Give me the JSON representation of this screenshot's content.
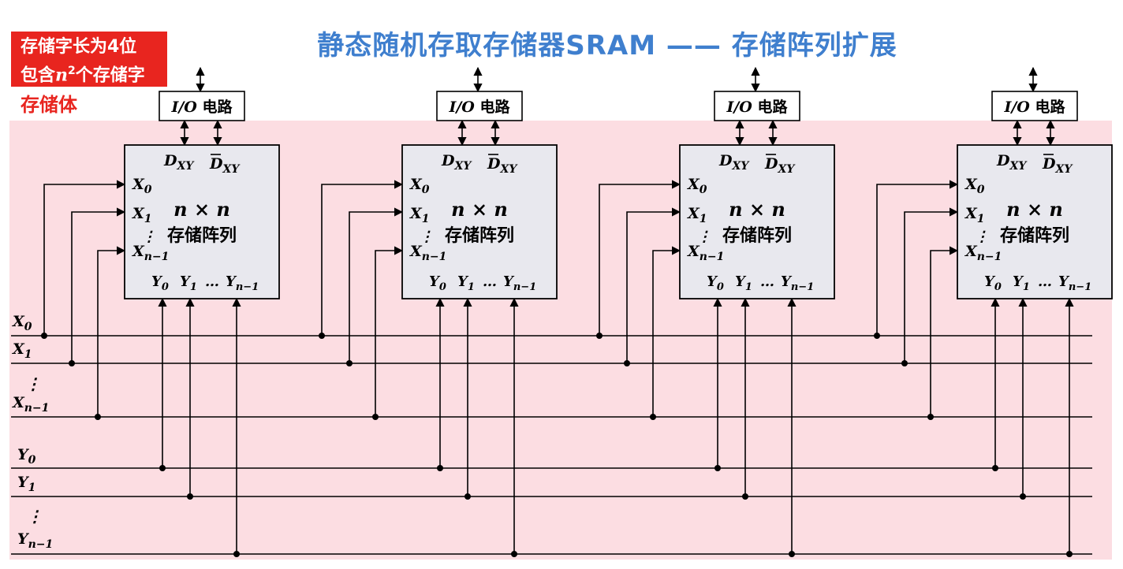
{
  "title": "静态随机存取存储器SRAM —— 存储阵列扩展",
  "badge": {
    "line1": "存储字长为4位",
    "line2_prefix": "包含",
    "line2_var": "n",
    "line2_sup": "2",
    "line2_suffix": "个存储字"
  },
  "storage_label": "存储体",
  "io_label_var": "I/O",
  "io_label_text": "电路",
  "array": {
    "d_label": "D",
    "d_sub": "XY",
    "size_label": "n × n",
    "name_label": "存储阵列",
    "x_row_labels": [
      {
        "base": "X",
        "sub": "0"
      },
      {
        "base": "X",
        "sub": "1"
      },
      {
        "base": "X",
        "sub": "n−1"
      }
    ],
    "y_col_labels": [
      {
        "base": "Y",
        "sub": "0"
      },
      {
        "base": "Y",
        "sub": "1"
      },
      {
        "base": "Y",
        "sub": "n−1"
      }
    ],
    "ellipsis_v": "⋮",
    "ellipsis_h": "…"
  },
  "array_count": 4,
  "bus_x_labels": [
    {
      "base": "X",
      "sub": "0"
    },
    {
      "base": "X",
      "sub": "1"
    },
    {
      "base": "X",
      "sub": "n−1"
    }
  ],
  "bus_y_labels": [
    {
      "base": "Y",
      "sub": "0"
    },
    {
      "base": "Y",
      "sub": "1"
    },
    {
      "base": "Y",
      "sub": "n−1"
    }
  ],
  "colors": {
    "title": "#3f7fce",
    "badge": "#e8251f",
    "panel": "#fcdde2",
    "block": "#e8e8ee",
    "line": "#000000"
  }
}
